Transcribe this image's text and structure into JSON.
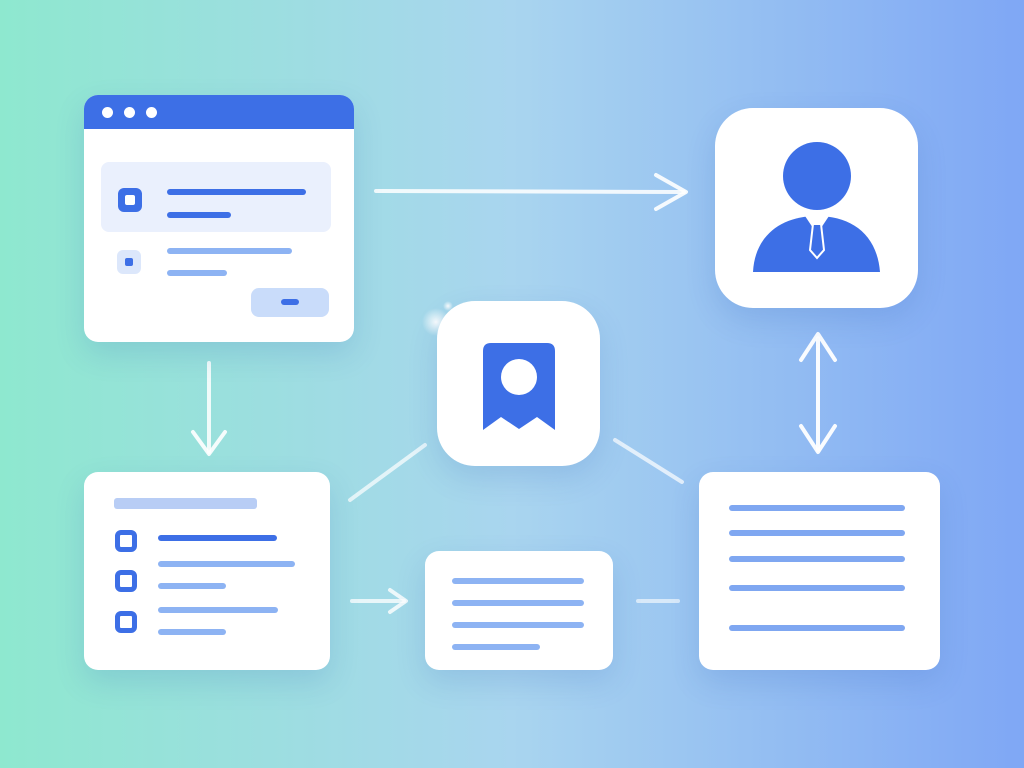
{
  "diagram": {
    "colors": {
      "background_left": "#8ee8cf",
      "background_mid": "#a9d5ef",
      "background_right": "#7fa7f5",
      "card": "#ffffff",
      "accent": "#3d6fe6",
      "accent_light": "#8db3f3",
      "panel": "#eaf0fd",
      "connector": "#ffffff"
    },
    "icons": {
      "browser": "browser-window-icon",
      "profile": "user-profile-icon",
      "badge": "ribbon-badge-icon",
      "checklist": "checklist-icon",
      "note": "text-lines-icon",
      "document": "document-icon"
    },
    "connections": [
      {
        "from": "browser-window-card",
        "to": "user-profile-card",
        "style": "one-way"
      },
      {
        "from": "browser-window-card",
        "to": "checklist-card",
        "style": "one-way"
      },
      {
        "from": "checklist-card",
        "to": "note-card",
        "style": "one-way"
      },
      {
        "from": "user-profile-card",
        "to": "document-card",
        "style": "two-way"
      },
      {
        "from": "badge-card",
        "to": "checklist-card",
        "style": "line"
      },
      {
        "from": "badge-card",
        "to": "document-card",
        "style": "line"
      }
    ]
  }
}
